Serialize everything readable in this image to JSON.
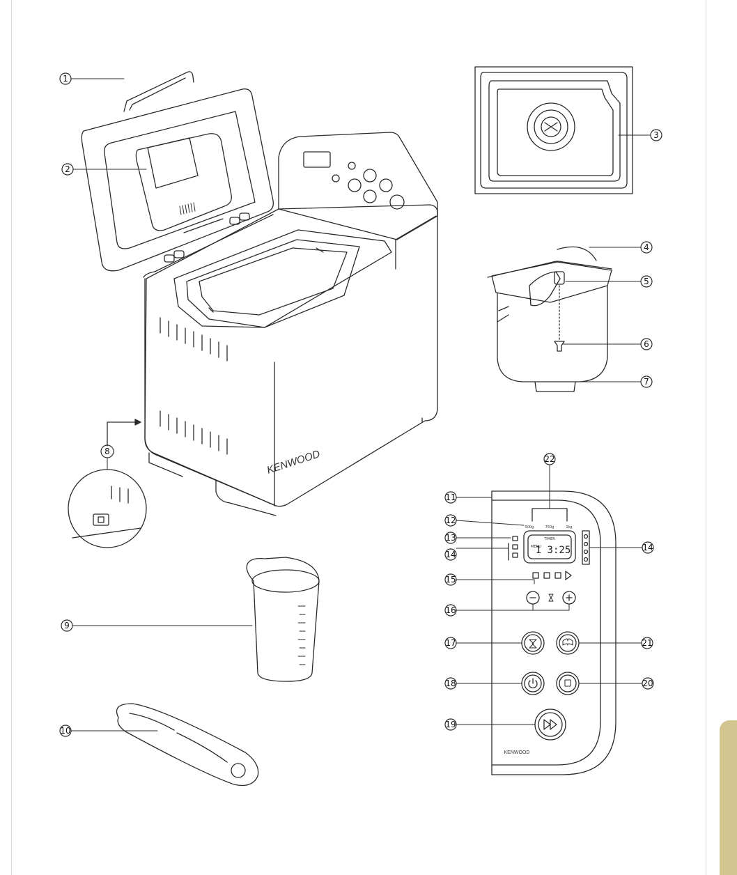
{
  "callouts": [
    {
      "id": "1",
      "label": "1"
    },
    {
      "id": "2",
      "label": "2"
    },
    {
      "id": "3",
      "label": "3"
    },
    {
      "id": "4",
      "label": "4"
    },
    {
      "id": "5",
      "label": "5"
    },
    {
      "id": "6",
      "label": "6"
    },
    {
      "id": "7",
      "label": "7"
    },
    {
      "id": "8",
      "label": "8"
    },
    {
      "id": "9",
      "label": "9"
    },
    {
      "id": "10",
      "label": "10"
    },
    {
      "id": "11",
      "label": "11"
    },
    {
      "id": "12",
      "label": "12"
    },
    {
      "id": "13",
      "label": "13"
    },
    {
      "id": "14a",
      "label": "14"
    },
    {
      "id": "14b",
      "label": "14"
    },
    {
      "id": "15",
      "label": "15"
    },
    {
      "id": "16",
      "label": "16"
    },
    {
      "id": "17",
      "label": "17"
    },
    {
      "id": "18",
      "label": "18"
    },
    {
      "id": "19",
      "label": "19"
    },
    {
      "id": "20",
      "label": "20"
    },
    {
      "id": "21",
      "label": "21"
    },
    {
      "id": "22",
      "label": "22"
    }
  ],
  "machine": {
    "brand": "KENWOOD"
  },
  "panel": {
    "brand": "KENWOOD",
    "loaf_sizes": [
      "500g",
      "750g",
      "1kg"
    ],
    "display": {
      "time": "1 3:25",
      "header": "TIMER",
      "sub": "MENU"
    }
  },
  "colors": {
    "tab": "#d3c590",
    "line": "#2a2a2a",
    "frame": "#d8d8d8"
  }
}
